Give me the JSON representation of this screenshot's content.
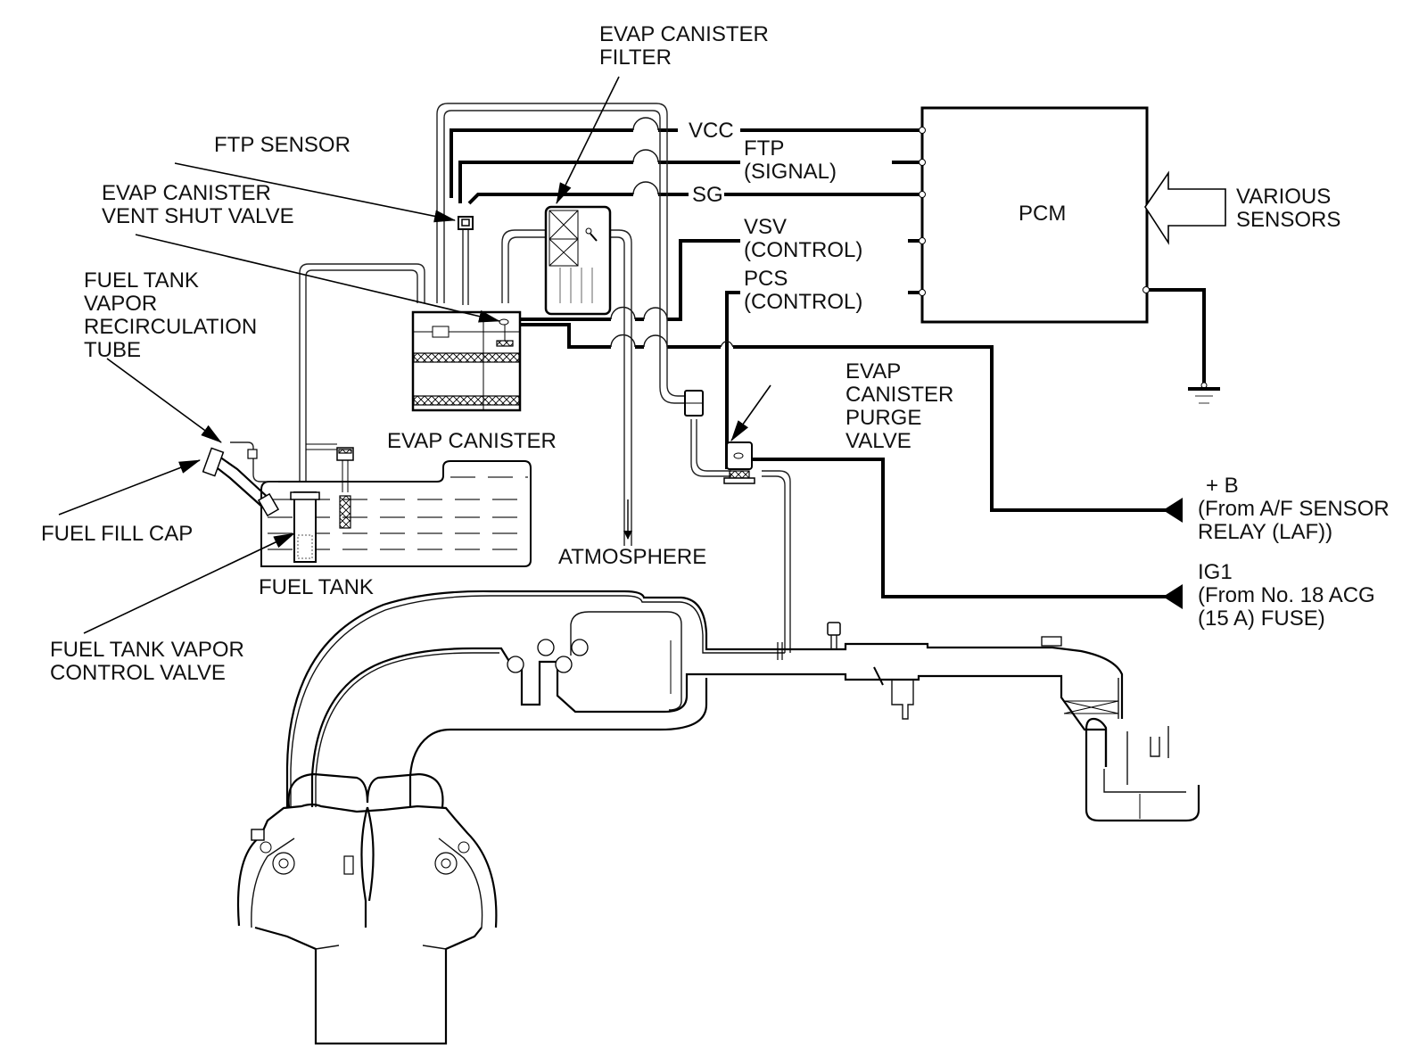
{
  "title": "EVAP System Diagram",
  "components": {
    "evap_canister_filter": [
      "EVAP CANISTER",
      "FILTER"
    ],
    "ftp_sensor": [
      "FTP SENSOR"
    ],
    "evap_canister_vent_shut_valve": [
      "EVAP CANISTER",
      "VENT SHUT VALVE"
    ],
    "fuel_tank_vapor_recirculation_tube": [
      "FUEL TANK",
      "VAPOR",
      "RECIRCULATION",
      "TUBE"
    ],
    "fuel_fill_cap": [
      "FUEL FILL CAP"
    ],
    "fuel_tank": [
      "FUEL TANK"
    ],
    "fuel_tank_vapor_control_valve": [
      "FUEL TANK VAPOR",
      "CONTROL VALVE"
    ],
    "evap_canister": [
      "EVAP CANISTER"
    ],
    "atmosphere": [
      "ATMOSPHERE"
    ],
    "evap_canister_purge_valve": [
      "EVAP",
      "CANISTER",
      "PURGE",
      "VALVE"
    ],
    "pcm": [
      "PCM"
    ],
    "various_sensors": [
      "VARIOUS",
      "SENSORS"
    ]
  },
  "signals": {
    "vcc": [
      "VCC"
    ],
    "ftp_signal": [
      "FTP",
      "(SIGNAL)"
    ],
    "sg": [
      "SG"
    ],
    "vsv_control": [
      "VSV",
      "(CONTROL)"
    ],
    "pcs_control": [
      "PCS",
      "(CONTROL)"
    ]
  },
  "power_sources": {
    "plus_b": [
      "+ B",
      "(From A/F SENSOR",
      "RELAY (LAF))"
    ],
    "ig1": [
      "IG1",
      "(From No. 18 ACG",
      "(15 A) FUSE)"
    ]
  }
}
